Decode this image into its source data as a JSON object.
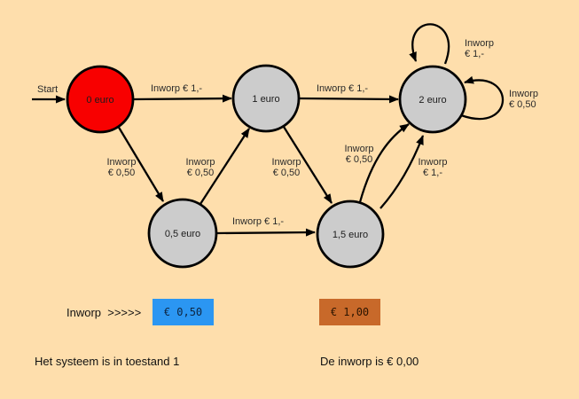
{
  "colors": {
    "background": "#FEDEAC",
    "active_state_fill": "#F80000",
    "state_fill": "#CCCCCC",
    "edge_stroke": "#000000",
    "coin_half_button_bg": "#2B96F2",
    "coin_one_button_bg": "#C8692A"
  },
  "diagram": {
    "start_label": "Start",
    "nodes": [
      {
        "label": "0 euro",
        "active": true
      },
      {
        "label": "1 euro",
        "active": false
      },
      {
        "label": "2 euro",
        "active": false
      },
      {
        "label": "0,5 euro",
        "active": false
      },
      {
        "label": "1,5 euro",
        "active": false
      }
    ],
    "edges": [
      {
        "from": "0 euro",
        "to": "1 euro",
        "lines": [
          "Inworp € 1,-"
        ]
      },
      {
        "from": "1 euro",
        "to": "2 euro",
        "lines": [
          "Inworp € 1,-"
        ]
      },
      {
        "from": "0 euro",
        "to": "0,5 euro",
        "lines": [
          "Inworp",
          "€ 0,50"
        ]
      },
      {
        "from": "0,5 euro",
        "to": "1 euro",
        "lines": [
          "Inworp",
          "€ 0,50"
        ]
      },
      {
        "from": "1 euro",
        "to": "1,5 euro",
        "lines": [
          "Inworp",
          "€ 0,50"
        ]
      },
      {
        "from": "0,5 euro",
        "to": "1,5 euro",
        "lines": [
          "Inworp € 1,-"
        ]
      },
      {
        "from": "1,5 euro",
        "to": "2 euro",
        "lines": [
          "Inworp",
          "€ 0,50"
        ]
      },
      {
        "from": "1,5 euro",
        "to": "2 euro",
        "lines": [
          "Inworp",
          "€ 1,-"
        ]
      },
      {
        "from": "2 euro",
        "to": "2 euro",
        "lines": [
          "Inworp",
          "€ 1,-"
        ]
      },
      {
        "from": "2 euro",
        "to": "2 euro",
        "lines": [
          "Inworp",
          "€ 0,50"
        ]
      }
    ]
  },
  "controls": {
    "inworp_prompt": "Inworp  >>>>>",
    "coin_half_label": "€ 0,50",
    "coin_one_label": "€ 1,00"
  },
  "status": {
    "system_state": "Het systeem is in toestand 1",
    "deposit": "De inworp is € 0,00"
  }
}
